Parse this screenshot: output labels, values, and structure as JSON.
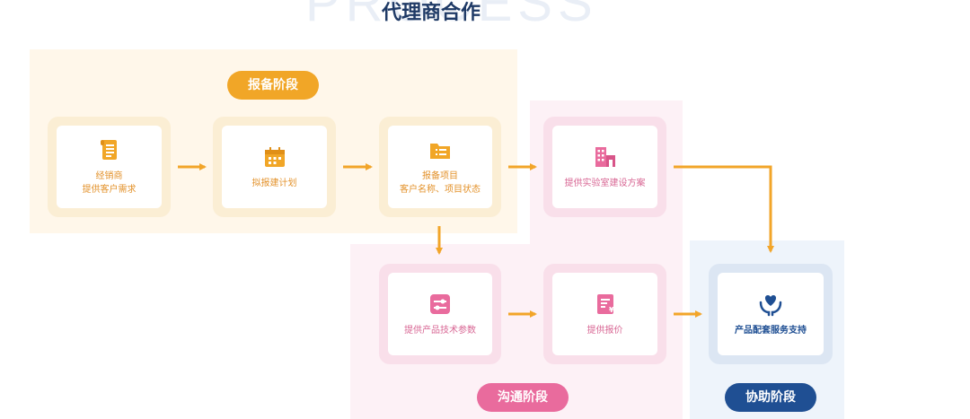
{
  "header": {
    "watermark": "PROCESS",
    "title": "代理商合作"
  },
  "stages": {
    "baobei": "报备阶段",
    "goutong": "沟通阶段",
    "xiezhu": "协助阶段"
  },
  "steps": {
    "step1": {
      "line1": "经销商",
      "line2": "提供客户需求",
      "icon": "scroll-icon"
    },
    "step2": {
      "line1": "拟报建计划",
      "icon": "calendar-icon"
    },
    "step3": {
      "line1": "报备项目",
      "line2": "客户名称、项目状态",
      "icon": "folder-icon"
    },
    "step4": {
      "line1": "提供实验室建设方案",
      "icon": "building-icon"
    },
    "step5": {
      "line1": "提供产品技术参数",
      "icon": "sliders-icon"
    },
    "step6": {
      "line1": "提供报价",
      "icon": "invoice-icon"
    },
    "step7": {
      "line1": "产品配套服务支持",
      "icon": "heart-hands-icon"
    }
  },
  "colors": {
    "orange": "#f1a627",
    "pink": "#e96b9d",
    "navy": "#1f4f93",
    "arrow": "#f2a529"
  }
}
